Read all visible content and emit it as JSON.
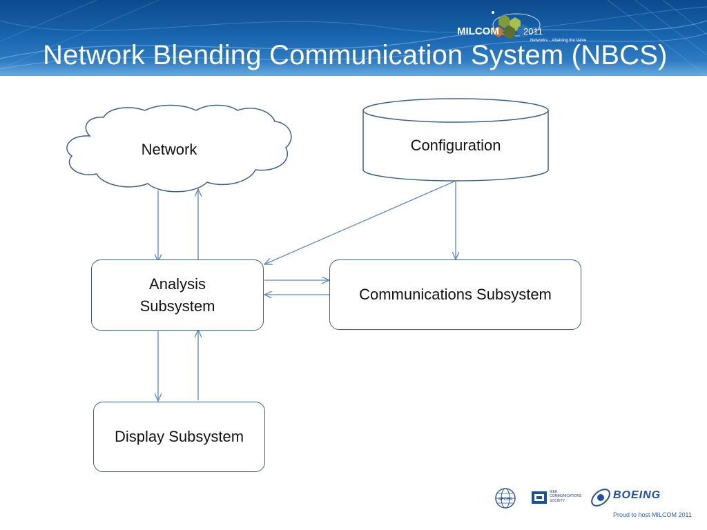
{
  "slide": {
    "title": "Network Blending Communication System (NBCS)"
  },
  "header_logo": {
    "name": "MILCOM",
    "year": "2011",
    "tagline": "Networks... Attaining the Value"
  },
  "diagram": {
    "nodes": {
      "network": "Network",
      "configuration": "Configuration",
      "analysis_line1": "Analysis",
      "analysis_line2": "Subsystem",
      "communications": "Communications Subsystem",
      "display": "Display Subsystem"
    },
    "edges": [
      {
        "from": "network",
        "to": "analysis"
      },
      {
        "from": "analysis",
        "to": "network"
      },
      {
        "from": "configuration",
        "to": "analysis"
      },
      {
        "from": "configuration",
        "to": "communications"
      },
      {
        "from": "analysis",
        "to": "communications"
      },
      {
        "from": "communications",
        "to": "analysis"
      },
      {
        "from": "analysis",
        "to": "display"
      },
      {
        "from": "display",
        "to": "analysis"
      }
    ],
    "line_color": "#5b86c5",
    "border_color": "#3c5f86"
  },
  "footer": {
    "afcea": "AFCEA",
    "ieee": "IEEE COMMUNICATIONS SOCIETY",
    "boeing": "BOEING",
    "caption": "Proud to host MILCOM 2011"
  },
  "colors": {
    "banner": "#1763ad",
    "title_text": "#ffffff"
  }
}
